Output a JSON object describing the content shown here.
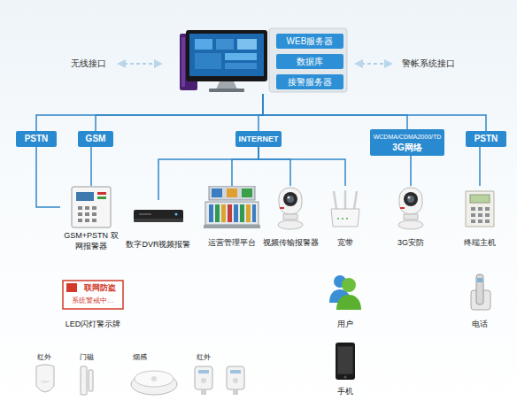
{
  "diagram": {
    "nodes": [
      {
        "text": [
          "WEB服务器",
          "数据库",
          "接警服务器"
        ]
      },
      {
        "text": [
          "PSTN"
        ]
      },
      {
        "text": [
          "GSM"
        ]
      },
      {
        "text": [
          "INTERNET"
        ]
      },
      {
        "text": [
          "WCDMA/CDMA2000/TD",
          "3G网络"
        ]
      },
      {
        "text": [
          "PSTN"
        ]
      },
      {
        "text": [
          "GSM+PSTN 双网报警器"
        ]
      },
      {
        "text": [
          "数字DVR视频报警"
        ]
      },
      {
        "text": [
          "运营管理平台"
        ]
      },
      {
        "text": [
          "视频传输报警器"
        ]
      },
      {
        "text": [
          "宽带"
        ]
      },
      {
        "text": [
          "3G安防"
        ]
      },
      {
        "text": [
          "终端主机"
        ]
      },
      {
        "text": [
          "联网防盗",
          "系统警戒中…",
          "LED闪灯警示牌"
        ]
      },
      {
        "text": [
          "用户"
        ]
      },
      {
        "text": [
          "电话"
        ]
      },
      {
        "text": [
          "红外"
        ]
      },
      {
        "text": [
          "门磁"
        ]
      },
      {
        "text": [
          "烟感"
        ]
      },
      {
        "text": [
          "红外"
        ]
      },
      {
        "text": [
          "手机"
        ]
      }
    ],
    "edges": [
      {
        "from": 0,
        "to": 1,
        "arrow": "none"
      },
      {
        "from": 0,
        "to": 2,
        "arrow": "none"
      },
      {
        "from": 0,
        "to": 3,
        "arrow": "none"
      },
      {
        "from": 0,
        "to": 4,
        "arrow": "none"
      },
      {
        "from": 0,
        "to": 5,
        "arrow": "none"
      },
      {
        "from": 1,
        "to": 6,
        "arrow": "none"
      },
      {
        "from": 2,
        "to": 6,
        "arrow": "none"
      },
      {
        "from": 3,
        "to": 7,
        "arrow": "none"
      },
      {
        "from": 3,
        "to": 8,
        "arrow": "none"
      },
      {
        "from": 3,
        "to": 9,
        "arrow": "none"
      },
      {
        "from": 3,
        "to": 10,
        "arrow": "none"
      },
      {
        "from": 4,
        "to": 11,
        "arrow": "none"
      },
      {
        "from": 5,
        "to": 12,
        "arrow": "none"
      }
    ],
    "labels": [
      "无线接口",
      "警帐系统接口"
    ]
  }
}
